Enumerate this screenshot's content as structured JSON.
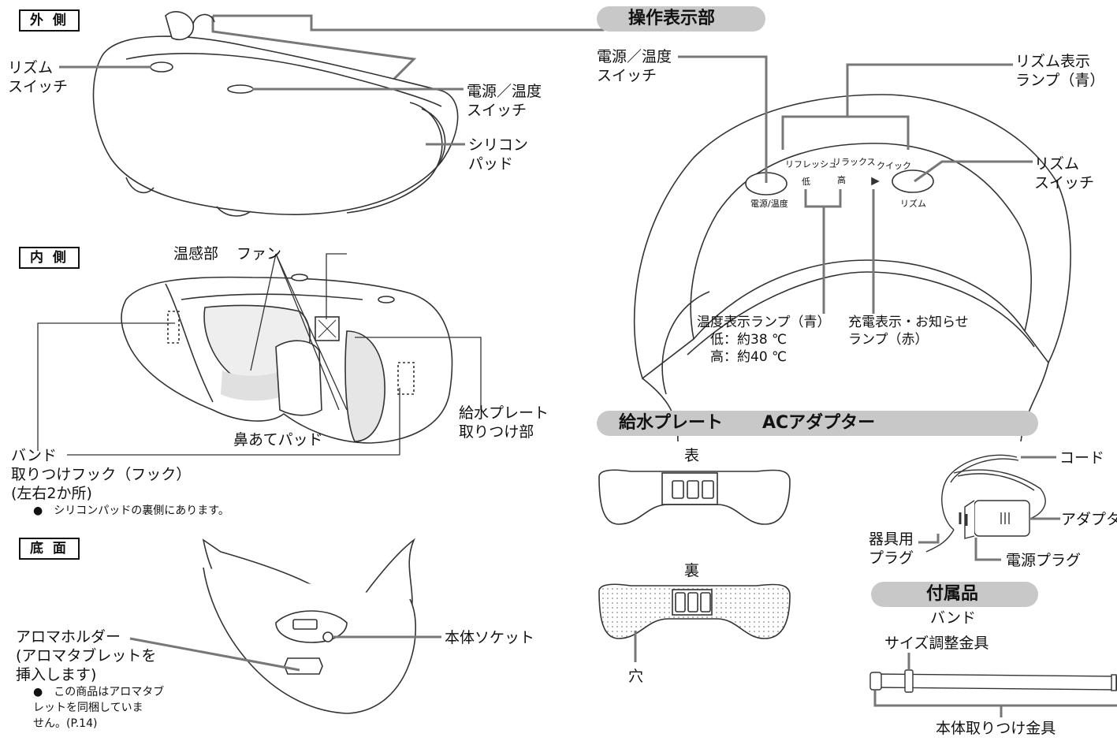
{
  "sections": {
    "outer": "外 側",
    "inner": "内 側",
    "bottom": "底 面",
    "panel": "操作表示部",
    "plate": "給水プレート",
    "adapter": "ACアダプター",
    "accessory": "付属品"
  },
  "outer_labels": {
    "rhythm_switch": "リズム\nスイッチ",
    "power_temp_switch": "電源／温度\nスイッチ",
    "silicone_pad": "シリコン\nパッド"
  },
  "inner_labels": {
    "heat_part": "温感部",
    "fan": "ファン",
    "plate_mount": "給水プレート\n取りつけ部",
    "nose_pad": "鼻あてパッド",
    "band_hook": "バンド\n取りつけフック（フック）\n(左右2か所)",
    "hook_note": "●　シリコンパッドの裏側にあります。"
  },
  "bottom_labels": {
    "aroma_holder": "アロマホルダー\n(アロマタブレットを\n挿入します)",
    "aroma_note": "●　この商品はアロマタブ\nレットを同梱していま\nせん。(P.14)",
    "body_socket": "本体ソケット"
  },
  "panel_labels": {
    "power_temp_switch": "電源／温度\nスイッチ",
    "rhythm_lamp": "リズム表示\nランプ（青）",
    "rhythm_switch": "リズム\nスイッチ",
    "temp_lamp": "温度表示ランプ（青）\n　低：約38 ℃\n　高：約40 ℃",
    "charge_lamp": "充電表示・お知らせ\nランプ（赤）",
    "printed_modes": [
      "リフレッシュ",
      "リラックス",
      "クイック"
    ],
    "printed_low": "低",
    "printed_high": "高",
    "printed_power": "電源/温度",
    "printed_rhythm": "リズム"
  },
  "plate_labels": {
    "front": "表",
    "back": "裏",
    "hole": "穴"
  },
  "adapter_labels": {
    "cord": "コード",
    "adapter": "アダプター",
    "device_plug": "器具用\nプラグ",
    "power_plug": "電源プラグ"
  },
  "accessory_labels": {
    "band": "バンド",
    "size_adjuster": "サイズ調整金具",
    "body_mount": "本体取りつけ金具"
  }
}
